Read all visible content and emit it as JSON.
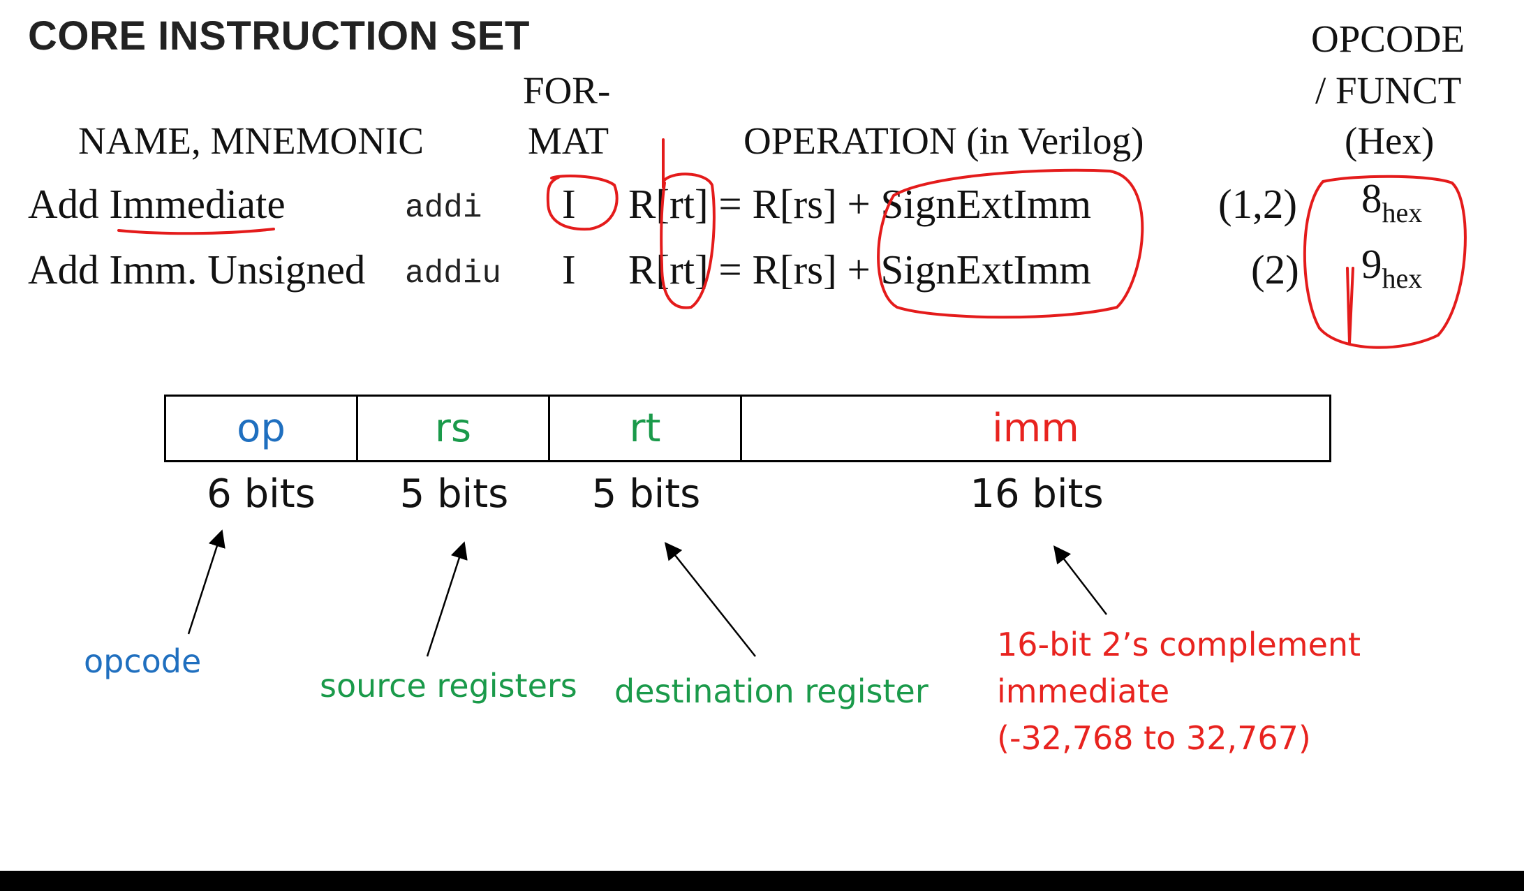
{
  "table": {
    "title": "CORE INSTRUCTION SET",
    "headers": {
      "name": "NAME, MNEMONIC",
      "format_line1": "FOR-",
      "format_line2": "MAT",
      "operation": "OPERATION (in Verilog)",
      "opcode_line1": "OPCODE",
      "opcode_line2": "/ FUNCT",
      "opcode_line3": "(Hex)"
    },
    "rows": [
      {
        "name": "Add Immediate",
        "mnemonic": "addi",
        "format": "I",
        "operation": "R[rt] = R[rs] + SignExtImm",
        "notes": "(1,2)",
        "opcode_value": "8",
        "opcode_suffix": "hex"
      },
      {
        "name": "Add Imm. Unsigned",
        "mnemonic": "addiu",
        "format": "I",
        "operation": "R[rt] = R[rs] + SignExtImm",
        "notes": "(2)",
        "opcode_value": "9",
        "opcode_suffix": "hex"
      }
    ]
  },
  "instruction_format": {
    "fields": [
      {
        "name": "op",
        "bits": "6 bits",
        "color": "#1f6fbf"
      },
      {
        "name": "rs",
        "bits": "5 bits",
        "color": "#1a9a4a"
      },
      {
        "name": "rt",
        "bits": "5 bits",
        "color": "#1a9a4a"
      },
      {
        "name": "imm",
        "bits": "16 bits",
        "color": "#e8231f"
      }
    ],
    "annotations": {
      "op": "opcode",
      "rs": "source registers",
      "rt": "destination register",
      "imm_line1": "16-bit 2’s complement",
      "imm_line2": "immediate",
      "imm_line3": "(-32,768 to 32,767)"
    }
  },
  "colors": {
    "opcode_blue": "#1f6fbf",
    "register_green": "#1a9a4a",
    "immediate_red": "#e8231f",
    "ink_red": "#e41b1b"
  }
}
